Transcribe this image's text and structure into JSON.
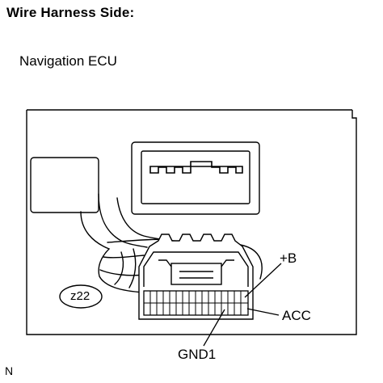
{
  "header": {
    "title": "Wire Harness Side:",
    "component": "Navigation ECU"
  },
  "connector": {
    "code": "z22"
  },
  "terminals": [
    {
      "key": "plus_b",
      "label": "+B"
    },
    {
      "key": "acc",
      "label": "ACC"
    },
    {
      "key": "gnd1",
      "label": "GND1"
    }
  ],
  "footer": {
    "mark": "N"
  }
}
